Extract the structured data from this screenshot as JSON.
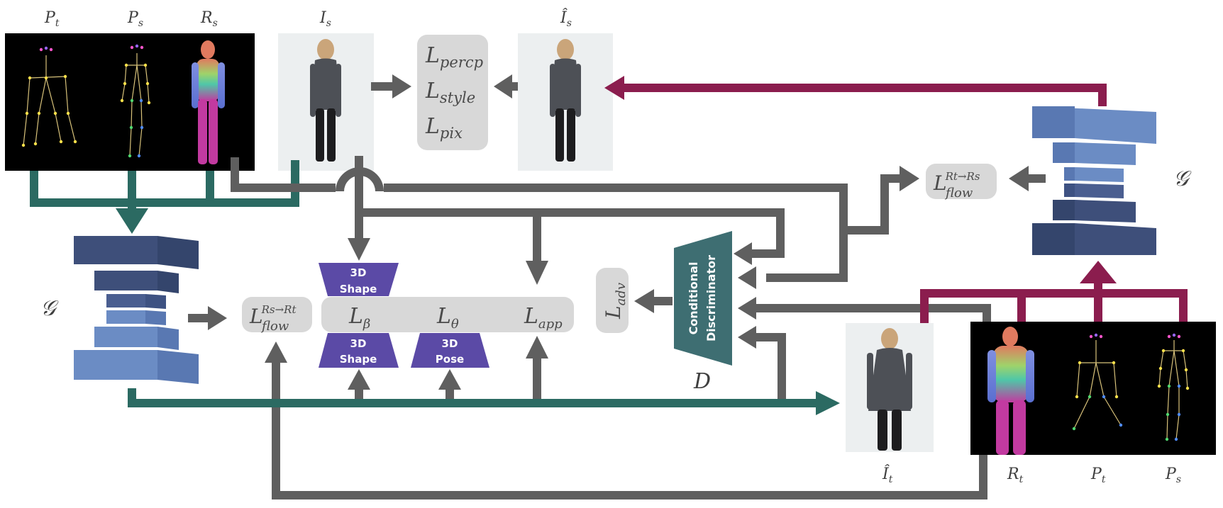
{
  "labels": {
    "Pt": "P",
    "Pt_sub": "t",
    "Ps": "P",
    "Ps_sub": "s",
    "Rs": "R",
    "Rs_sub": "s",
    "Is": "I",
    "Is_sub": "s",
    "Is_hat": "Î",
    "Is_hat_sub": "s",
    "It_hat": "Î",
    "It_hat_sub": "t",
    "Rt_right": "R",
    "Rt_right_sub": "t",
    "Pt_right": "P",
    "Pt_right_sub": "t",
    "Ps_right": "P",
    "Ps_right_sub": "s"
  },
  "losses": {
    "percp": "L",
    "percp_sub": "percp",
    "style": "L",
    "style_sub": "style",
    "pix": "L",
    "pix_sub": "pix",
    "flow_st": "L",
    "flow_st_sub": "flow",
    "flow_st_sup": "Rs→Rt",
    "flow_ts": "L",
    "flow_ts_sub": "flow",
    "flow_ts_sup": "Rt→Rs",
    "beta": "L",
    "beta_sub": "β",
    "theta": "L",
    "theta_sub": "θ",
    "app": "L",
    "app_sub": "app",
    "adv": "L",
    "adv_sub": "adv"
  },
  "blocks": {
    "shape_top_1": "3D",
    "shape_top_2": "Shape",
    "shape_bottom_1": "3D",
    "shape_bottom_2": "Shape",
    "pose_1": "3D",
    "pose_2": "Pose",
    "discriminator_1": "Conditional",
    "discriminator_2": "Discriminator",
    "discriminator_label": "D",
    "generator_left": "𝒢",
    "generator_right": "𝒢"
  },
  "colors": {
    "teal": "#2b6a62",
    "maroon": "#8b1d4e",
    "gray_arrow": "#5f5f5f",
    "loss_box": "#d8d8d8",
    "purple": "#5b4aa6",
    "discriminator": "#3e6e72",
    "gen_dark": "#3e4f7a",
    "gen_light": "#6b8cc4"
  }
}
